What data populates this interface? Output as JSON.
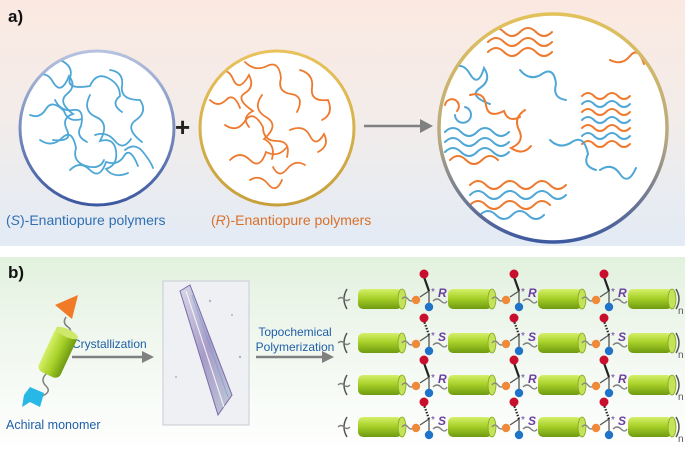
{
  "panel_a": {
    "label": "a)",
    "plus": "+",
    "s_caption": {
      "prefix": "(",
      "stereo": "S",
      "suffix": ")-Enantiopure polymers"
    },
    "r_caption": {
      "prefix": "(",
      "stereo": "R",
      "suffix": ")-Enantiopure polymers"
    },
    "colors": {
      "s_polymer": "#4fa7d6",
      "r_polymer": "#ee7a30",
      "s_ring": "#3f5fa0",
      "r_ring": "#d4a93a"
    }
  },
  "panel_b": {
    "label": "b)",
    "crystallization": "Crystallization",
    "topochemical_line1": "Topochemical",
    "topochemical_line2": "Polymerization",
    "achiral_monomer": "Achiral monomer",
    "subscript_n": "n",
    "chain_rows": [
      {
        "labels": [
          "R",
          "R",
          "R"
        ]
      },
      {
        "labels": [
          "S",
          "S",
          "S"
        ]
      },
      {
        "labels": [
          "R",
          "R",
          "R"
        ]
      },
      {
        "labels": [
          "S",
          "S",
          "S"
        ]
      }
    ],
    "colors": {
      "cylinder": "#9cc621",
      "label": "#6b3fa0",
      "orange_node": "#ee8a3a",
      "blue_node": "#1f73c9",
      "red_node": "#c8102e"
    }
  }
}
